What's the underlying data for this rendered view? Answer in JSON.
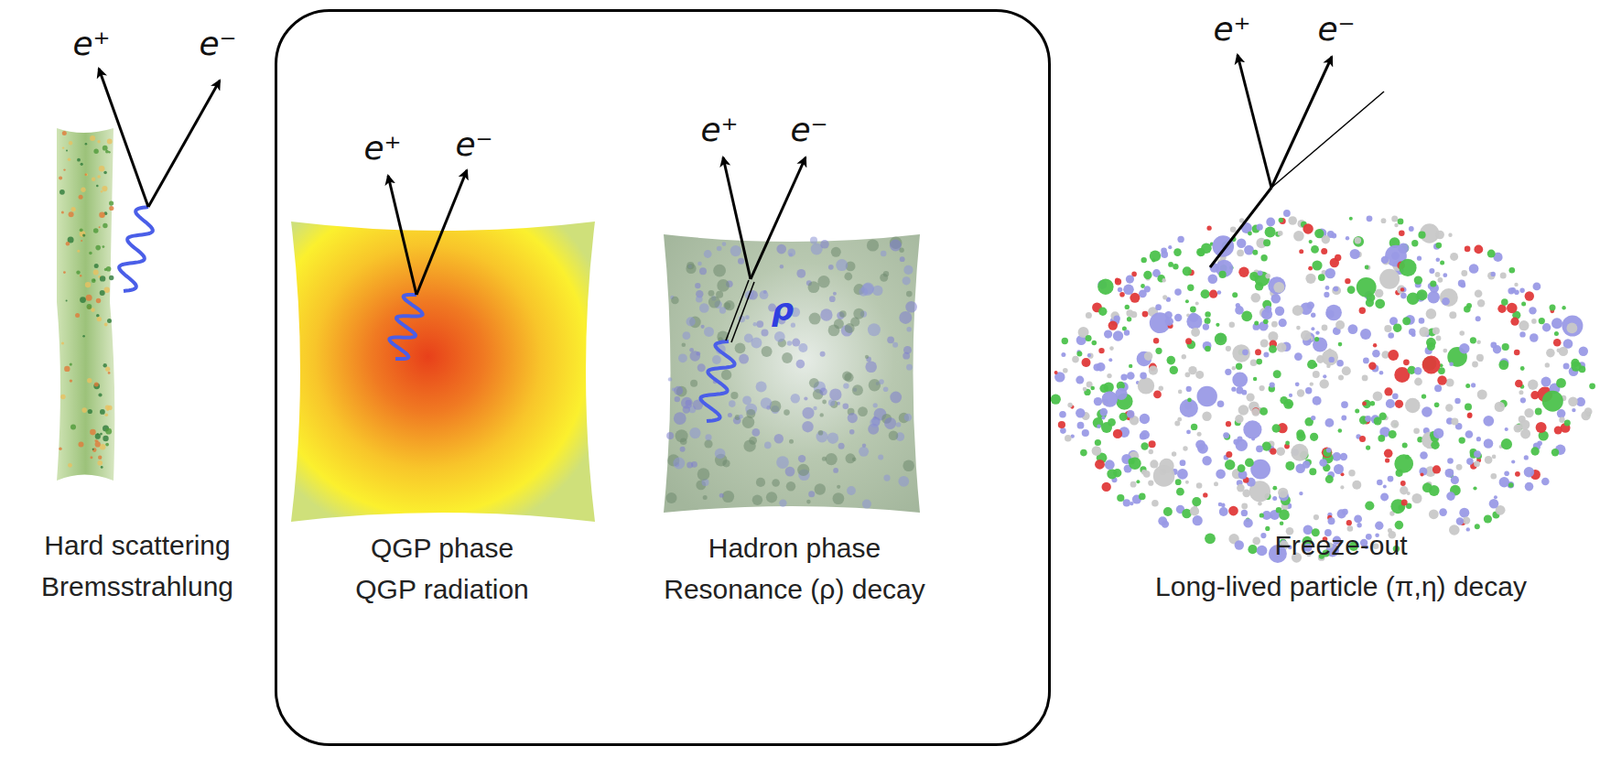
{
  "diagram": {
    "nodes": [
      {
        "text": [
          "QGP phase",
          "QGP radiation",
          "Hadron phase",
          "Resonance (ρ) decay"
        ]
      }
    ],
    "labels": [
      "e⁺",
      "e⁻",
      "Hard scattering",
      "Bremsstrahlung",
      "e⁺",
      "e⁻",
      "e⁺",
      "e⁻",
      "ρ",
      "e⁺",
      "e⁻",
      "Freeze-out",
      "Long-lived particle (π,η) decay"
    ]
  }
}
